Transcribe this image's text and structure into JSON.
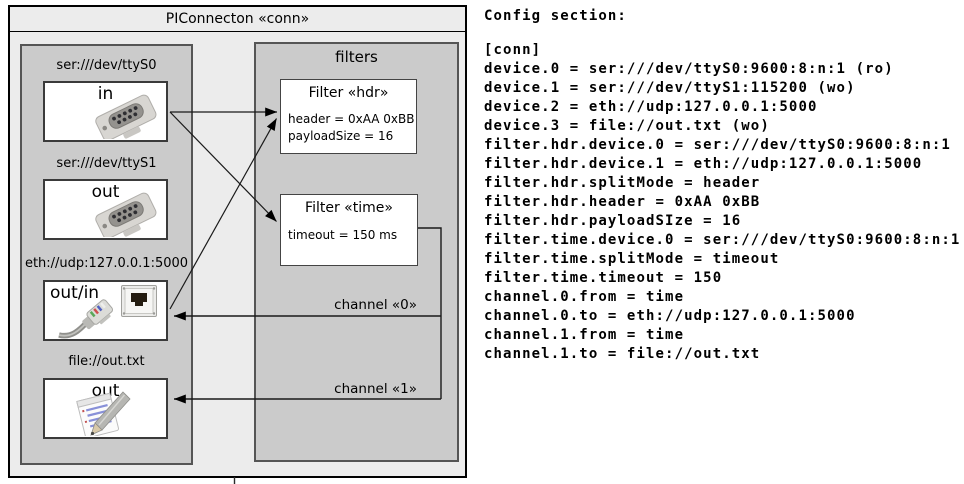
{
  "colors": {
    "outer_bg": "#ececec",
    "panel_bg": "#cbcbcb",
    "box_bg": "#ffffff",
    "panel_border": "#555555",
    "line_color": "#1a1a1a",
    "text_color": "#000000"
  },
  "diagram": {
    "title": "PIConnecton «conn»",
    "filters_group_label": "filters",
    "devices": [
      {
        "label": "ser:///dev/ttyS0",
        "direction": "in",
        "icon": "serial-connector-icon"
      },
      {
        "label": "ser:///dev/ttyS1",
        "direction": "out",
        "icon": "serial-connector-icon"
      },
      {
        "label": "eth://udp:127.0.0.1:5000",
        "direction": "out/in",
        "icon": "ethernet-icon"
      },
      {
        "label": "file://out.txt",
        "direction": "out",
        "icon": "file-note-icon"
      }
    ],
    "filters": [
      {
        "title": "Filter «hdr»",
        "properties": [
          "header = 0xAA 0xBB",
          "payloadSize = 16"
        ]
      },
      {
        "title": "Filter «time»",
        "properties": [
          "timeout = 150 ms"
        ]
      }
    ],
    "channels": [
      {
        "label": "channel «0»"
      },
      {
        "label": "channel «1»"
      }
    ]
  },
  "config": {
    "heading": "Config section:",
    "lines": [
      "[conn]",
      "device.0 = ser:///dev/ttyS0:9600:8:n:1 (ro)",
      "device.1 = ser:///dev/ttyS1:115200 (wo)",
      "device.2 = eth://udp:127.0.0.1:5000",
      "device.3 = file://out.txt (wo)",
      "filter.hdr.device.0 = ser:///dev/ttyS0:9600:8:n:1",
      "filter.hdr.device.1 = eth://udp:127.0.0.1:5000",
      "filter.hdr.splitMode = header",
      "filter.hdr.header = 0xAA 0xBB",
      "filter.hdr.payloadSIze = 16",
      "filter.time.device.0 = ser:///dev/ttyS0:9600:8:n:1",
      "filter.time.splitMode = timeout",
      "filter.time.timeout = 150",
      "channel.0.from = time",
      "channel.0.to = eth://udp:127.0.0.1:5000",
      "channel.1.from = time",
      "channel.1.to = file://out.txt"
    ]
  }
}
